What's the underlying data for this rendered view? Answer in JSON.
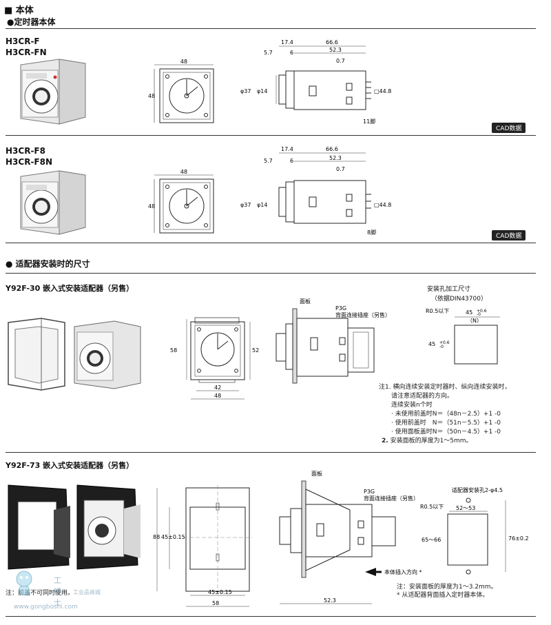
{
  "header": {
    "section": "■ 本体",
    "subsection": "●定时器本体"
  },
  "block1": {
    "models": [
      "H3CR-F",
      "H3CR-FN"
    ],
    "front_width": "48",
    "front_height": "48",
    "side_dims": {
      "a": "17.4",
      "b": "66.6",
      "c": "5.7",
      "d": "6",
      "e": "52.3",
      "f": "0.7",
      "g": "φ37",
      "h": "φ14",
      "i": "□44.8",
      "pins": "11脚"
    },
    "cad": "CAD数据"
  },
  "block2": {
    "models": [
      "H3CR-F8",
      "H3CR-F8N"
    ],
    "front_width": "48",
    "front_height": "48",
    "side_dims": {
      "a": "17.4",
      "b": "66.6",
      "c": "5.7",
      "d": "6",
      "e": "52.3",
      "f": "0.7",
      "g": "φ37",
      "h": "φ14",
      "i": "□44.8",
      "pins": "8脚"
    },
    "cad": "CAD数据"
  },
  "adapter_section": "● 适配器安装时的尺寸",
  "y92f30": {
    "title": "Y92F-30 嵌入式安装适配器（另售）",
    "dims": {
      "h1": "58",
      "h2": "52",
      "w1": "42",
      "w2": "48"
    },
    "panel": "面板",
    "p3g": "P3G",
    "p3g_sub": "背面连接插座（另售）",
    "cutout_title": "安装孔加工尺寸",
    "cutout_sub": "（依据DIN43700）",
    "cutout_r": "R0.5以下",
    "cutout_w": "45",
    "cutout_tol": "+0.6 -0",
    "cutout_n": "（N）",
    "cutout_h": "45",
    "notes": [
      {
        "label": "注1.",
        "text": "横向连续安装定时器时、纵向连续安装时，"
      },
      {
        "label": "",
        "text": "请注意适配器的方向。"
      },
      {
        "label": "",
        "text": "连续安装n个时"
      },
      {
        "label": "",
        "text": "· 未使用前盖时N＝（48n－2.5）+1 -0"
      },
      {
        "label": "",
        "text": "· 使用前盖时　N＝（51n－5.5）+1 -0"
      },
      {
        "label": "",
        "text": "· 使用面板盖时N＝（50n－4.5）+1 -0"
      },
      {
        "label": "2.",
        "text": "安装面板的厚度为1～5mm。"
      }
    ]
  },
  "y92f73": {
    "title": "Y92F-73 嵌入式安装适配器（另售）",
    "dims": {
      "h_outer": "88",
      "h_inner": "45±0.15",
      "w_inner": "45±0.15",
      "w_outer": "58",
      "depth": "52.3"
    },
    "panel": "面板",
    "p3g": "P3G",
    "p3g_sub": "背面连接插座（另售）",
    "insert": "本体插入方向 *",
    "hole": "适配器安装孔2-φ4.5",
    "r": "R0.5以下",
    "w": "52～53",
    "h": "65～66",
    "h2": "76±0.2",
    "note1": "注：安装面板的厚度为1～3.2mm。",
    "note2": "* 从适配器背面插入定时器本体。",
    "note_left": "注：前盖不可同时使用。"
  },
  "watermark": {
    "brand": "工博士",
    "site": "www.gongboshi.com",
    "sub": "工业品商城"
  }
}
